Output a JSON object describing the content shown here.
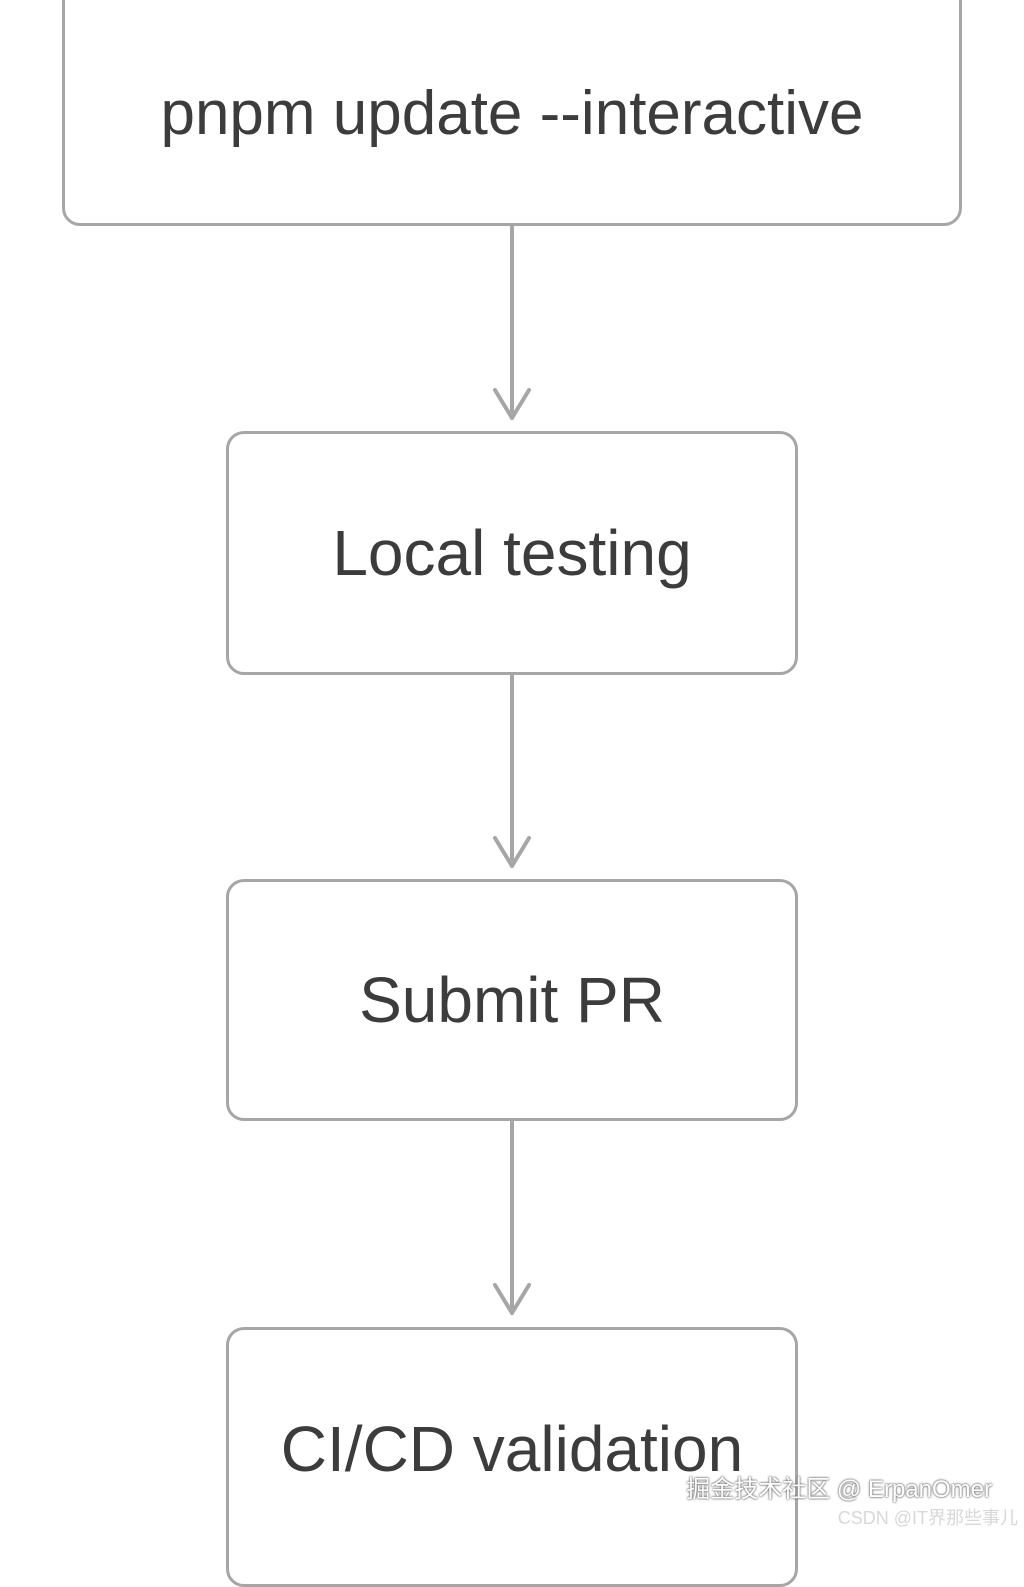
{
  "flowchart": {
    "steps": [
      {
        "label": "pnpm update --interactive"
      },
      {
        "label": "Local testing"
      },
      {
        "label": "Submit PR"
      },
      {
        "label": "CI/CD validation"
      }
    ],
    "colors": {
      "box_border": "#a6a6a6",
      "connector": "#a6a6a6",
      "text": "#3c3c3c",
      "background": "#ffffff"
    }
  },
  "watermarks": {
    "primary": "掘金技术社区 @ ErpanOmer",
    "secondary": "CSDN @IT界那些事儿"
  }
}
